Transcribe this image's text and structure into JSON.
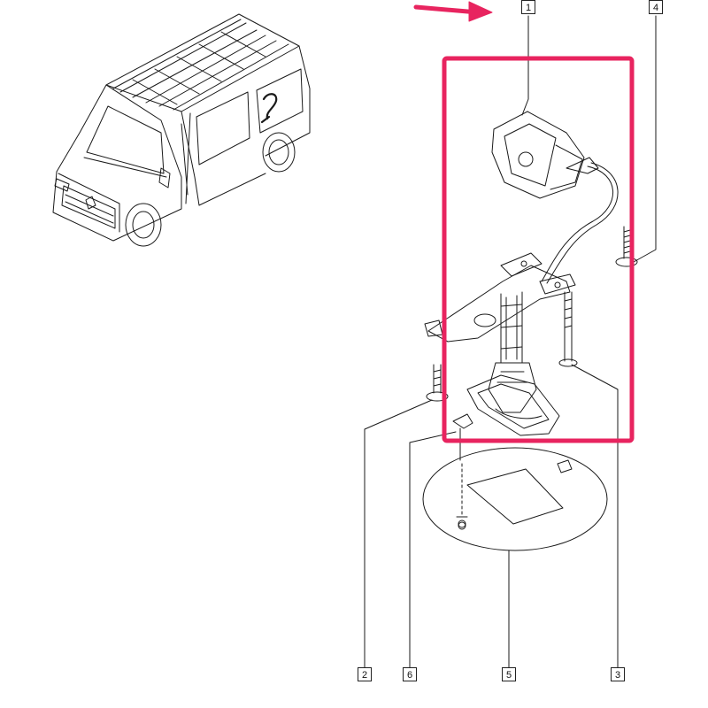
{
  "callouts": [
    {
      "id": "1",
      "label": "1"
    },
    {
      "id": "2",
      "label": "2"
    },
    {
      "id": "3",
      "label": "3"
    },
    {
      "id": "4",
      "label": "4"
    },
    {
      "id": "5",
      "label": "5"
    },
    {
      "id": "6",
      "label": "6"
    }
  ],
  "colors": {
    "line": "#1a1a1a",
    "highlight": "#e8245f",
    "paper": "#ffffff"
  },
  "icons": {
    "pointer": "arrow-icon",
    "vehicle": "van-icon",
    "winch": "spare-wheel-winch-icon"
  }
}
